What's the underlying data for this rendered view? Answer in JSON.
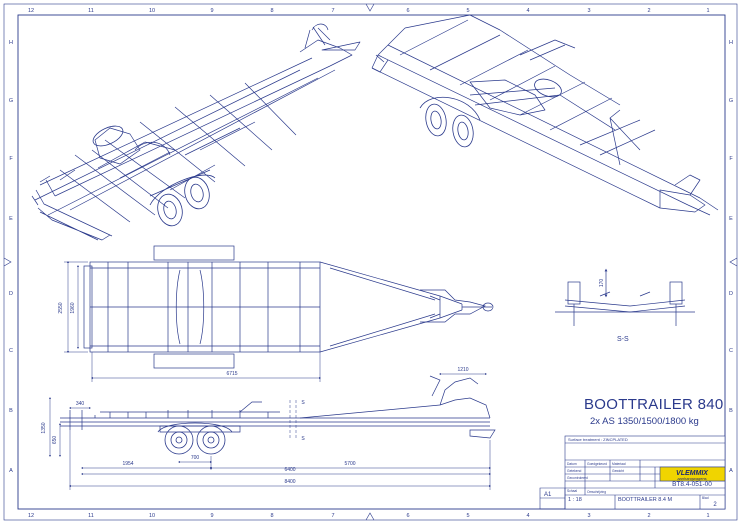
{
  "sheet": {
    "title": "BOOTTRAILER 840",
    "subtitle": "2x AS 1350/1500/1800 kg",
    "section_label": "S-S",
    "column_numbers": [
      "12",
      "11",
      "10",
      "9",
      "8",
      "7",
      "6",
      "5",
      "4",
      "3",
      "2",
      "1"
    ],
    "row_letters": [
      "H",
      "G",
      "F",
      "E",
      "D",
      "C",
      "B",
      "A"
    ]
  },
  "dimensions": {
    "plan_width_outer": "2550",
    "plan_width_inner": "1960",
    "plan_length": "6715",
    "drawbar": "1210",
    "overhang": "340",
    "height_total": "1350",
    "height_frame": "650",
    "axle_spacing": "700",
    "rear_length": "1954",
    "front_length": "5700",
    "wheelbase_length": "6400",
    "total_length": "8400",
    "section_height": "170",
    "section_mark": "S"
  },
  "title_block": {
    "notes_line": "Surface treatment : ZINCPLATED",
    "brand_name": "VLEMMIX",
    "brand_tagline": "aanhangwagens",
    "drawing_number": "BT8.4-051-00",
    "description_label": "Omschrijving",
    "description": "BOOTTRAILER 8.4 M",
    "sheet_size": "A1",
    "scale": "1 : 18",
    "sheet_number": "2",
    "label_date": "Datum",
    "label_drawn": "Getekend",
    "label_checked": "Gecontroleerd",
    "label_approved": "Goedgekeurd",
    "label_material": "Materiaal",
    "label_weight": "Gewicht",
    "label_scale": "Schaal",
    "label_sheet": "Blad"
  },
  "colors": {
    "line": "#2b3a8c",
    "brand_bg": "#f0d400",
    "brand_text": "#1d2a70"
  }
}
